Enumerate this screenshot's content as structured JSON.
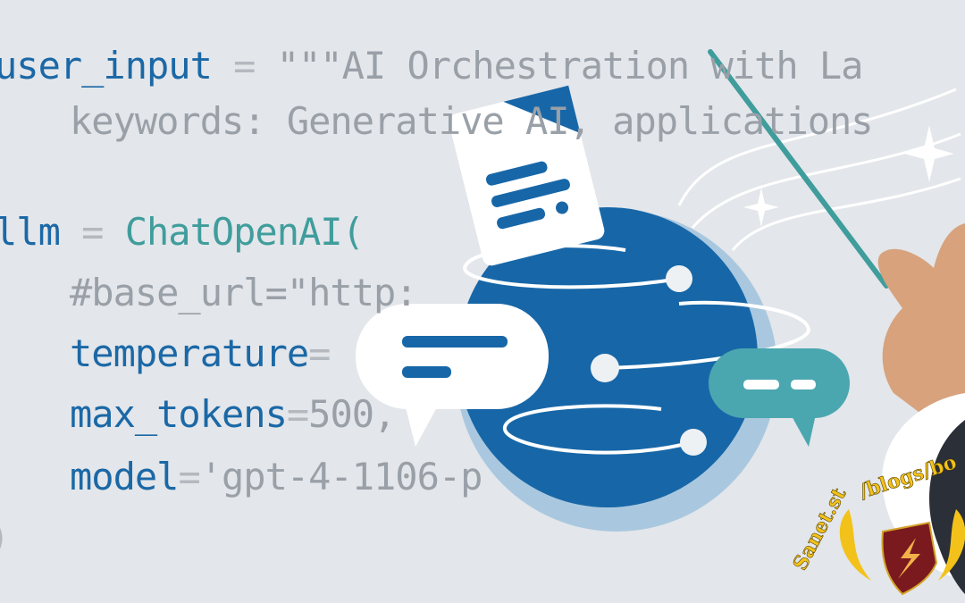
{
  "code": {
    "line1": {
      "ident": "user_input",
      "op": " = ",
      "str": "\"\"\"AI Orchestration with La"
    },
    "line2": {
      "str": "keywords: Generative AI, applications"
    },
    "line3": {
      "ident": "llm",
      "op": " = ",
      "fn": "ChatOpenAI("
    },
    "line4": {
      "comment": "#base_url=\"http:"
    },
    "line5": {
      "ident": "temperature",
      "op": "="
    },
    "line6": {
      "ident": "max_tokens",
      "op": "=",
      "val": "500,"
    },
    "line7": {
      "ident": "model",
      "op": "=",
      "str": "'gpt-4-1106-p"
    },
    "line8": {
      "op": ")"
    }
  },
  "watermark": {
    "text": "Sanet.st/blogs/bo"
  },
  "colors": {
    "background": "#e3e6ea",
    "primary_blue": "#1b68a6",
    "teal": "#3f9d9c",
    "muted": "#b4b9c0",
    "skin": "#d7a27c"
  }
}
